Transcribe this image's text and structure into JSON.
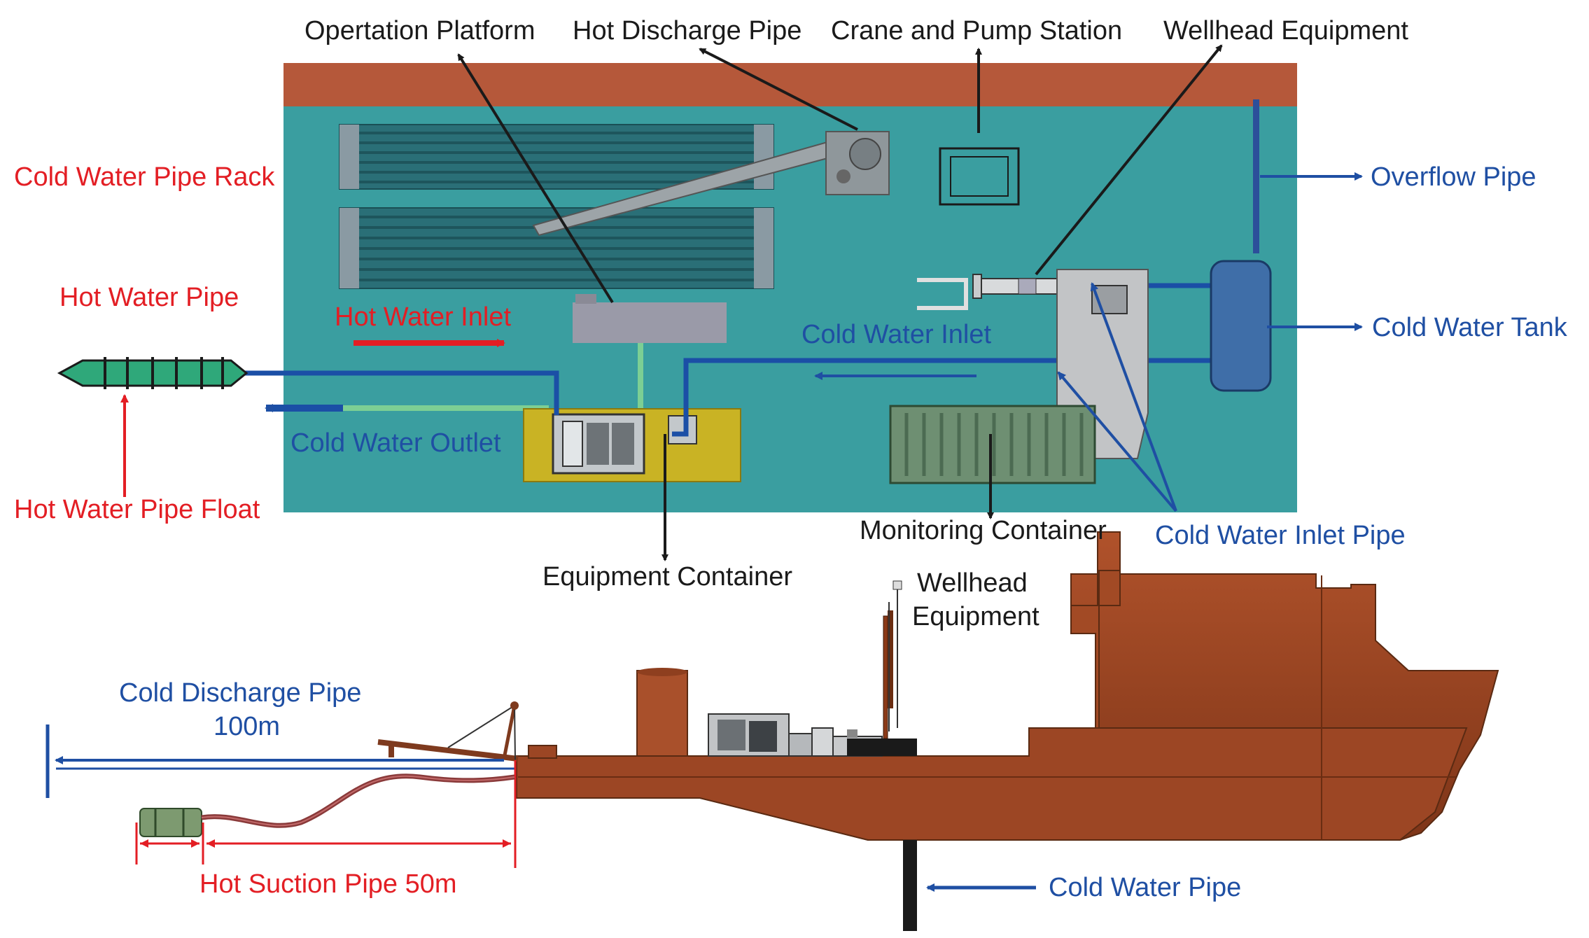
{
  "colors": {
    "deck_water": "#3a9ea0",
    "deck_edge": "#b5583a",
    "hull": "#a24a25",
    "label_black": "#1a1a1a",
    "label_red": "#e31e24",
    "label_blue": "#1f4fa3",
    "pipe_blue": "#1b4fa6",
    "pipe_green": "#7ccf94",
    "equipment_yellow": "#c9b324",
    "tank_blue": "#3f6ea8",
    "monitoring_green": "#6e8f72",
    "platform_gray": "#9a9aa8"
  },
  "labels": {
    "operation_platform": "Opertation Platform",
    "hot_discharge_pipe": "Hot Discharge Pipe",
    "crane_pump_station": "Crane and Pump Station",
    "wellhead_equipment_top": "Wellhead Equipment",
    "cold_water_pipe_rack": "Cold Water Pipe Rack",
    "overflow_pipe": "Overflow Pipe",
    "hot_water_pipe": "Hot Water Pipe",
    "hot_water_inlet": "Hot Water Inlet",
    "cold_water_inlet": "Cold Water Inlet",
    "cold_water_tank": "Cold Water Tank",
    "cold_water_outlet": "Cold Water Outlet",
    "hot_water_pipe_float": "Hot Water Pipe Float",
    "monitoring_container": "Monitoring Container",
    "cold_water_inlet_pipe": "Cold Water Inlet Pipe",
    "equipment_container": "Equipment Container",
    "wellhead_equipment_side_1": "Wellhead",
    "wellhead_equipment_side_2": "Equipment",
    "cold_discharge_pipe": "Cold Discharge Pipe",
    "cold_discharge_length": "100m",
    "hot_suction_pipe": "Hot Suction Pipe 50m",
    "cold_water_pipe": "Cold Water Pipe"
  }
}
